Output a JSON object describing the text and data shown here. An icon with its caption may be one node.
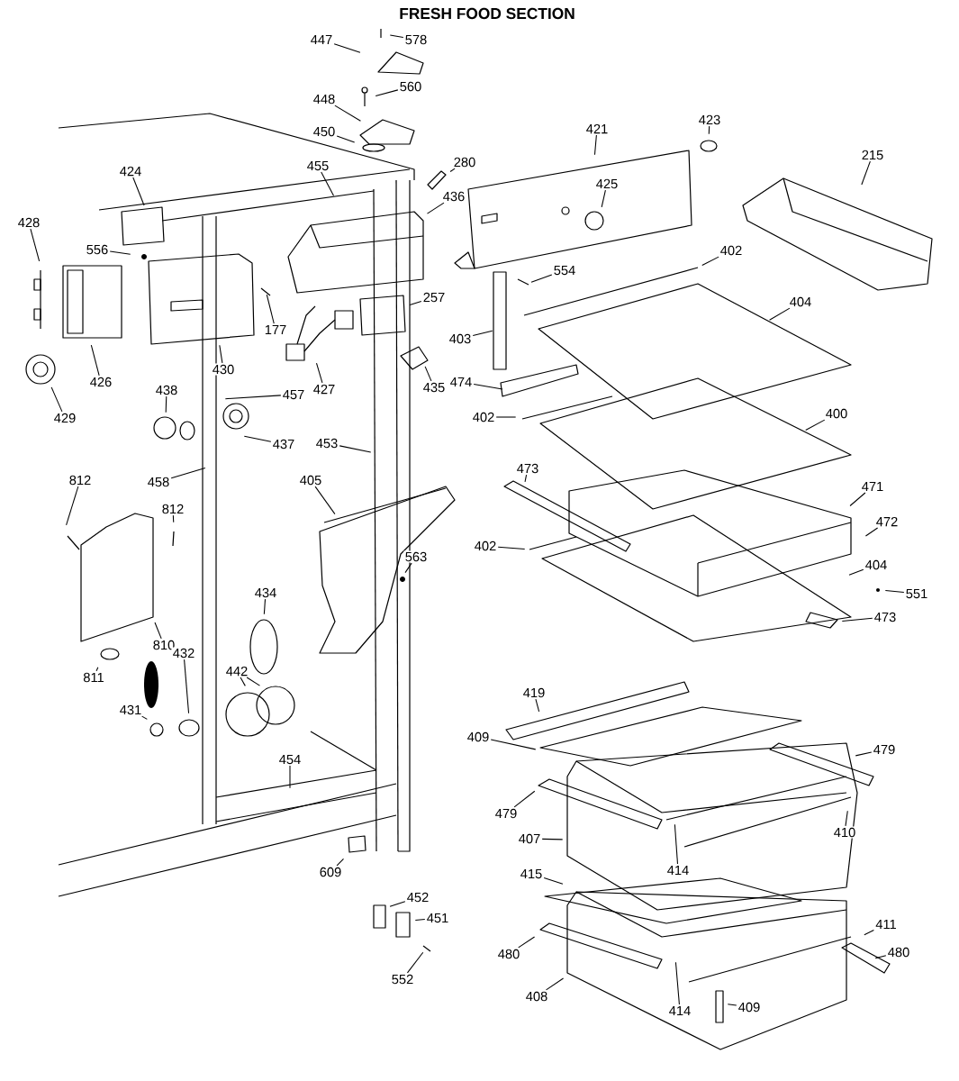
{
  "diagram": {
    "title": "FRESH FOOD SECTION",
    "nodes": [
      {
        "text": [
          "447"
        ]
      },
      {
        "text": [
          "578"
        ]
      },
      {
        "text": [
          "448"
        ]
      },
      {
        "text": [
          "560"
        ]
      },
      {
        "text": [
          "450"
        ]
      },
      {
        "text": [
          "280"
        ]
      },
      {
        "text": [
          "424"
        ]
      },
      {
        "text": [
          "455"
        ]
      },
      {
        "text": [
          "436"
        ]
      },
      {
        "text": [
          "428"
        ]
      },
      {
        "text": [
          "556"
        ]
      },
      {
        "text": [
          "177"
        ]
      },
      {
        "text": [
          "257"
        ]
      },
      {
        "text": [
          "426"
        ]
      },
      {
        "text": [
          "430"
        ]
      },
      {
        "text": [
          "427"
        ]
      },
      {
        "text": [
          "429"
        ]
      },
      {
        "text": [
          "435"
        ]
      },
      {
        "text": [
          "438"
        ]
      },
      {
        "text": [
          "457"
        ]
      },
      {
        "text": [
          "437"
        ]
      },
      {
        "text": [
          "453"
        ]
      },
      {
        "text": [
          "458"
        ]
      },
      {
        "text": [
          "812"
        ]
      },
      {
        "text": [
          "812"
        ]
      },
      {
        "text": [
          "405"
        ]
      },
      {
        "text": [
          "563"
        ]
      },
      {
        "text": [
          "434"
        ]
      },
      {
        "text": [
          "810"
        ]
      },
      {
        "text": [
          "811"
        ]
      },
      {
        "text": [
          "432"
        ]
      },
      {
        "text": [
          "442"
        ]
      },
      {
        "text": [
          "431"
        ]
      },
      {
        "text": [
          "454"
        ]
      },
      {
        "text": [
          "609"
        ]
      },
      {
        "text": [
          "452"
        ]
      },
      {
        "text": [
          "451"
        ]
      },
      {
        "text": [
          "552"
        ]
      },
      {
        "text": [
          "421"
        ]
      },
      {
        "text": [
          "423"
        ]
      },
      {
        "text": [
          "425"
        ]
      },
      {
        "text": [
          "215"
        ]
      },
      {
        "text": [
          "554"
        ]
      },
      {
        "text": [
          "402"
        ]
      },
      {
        "text": [
          "404"
        ]
      },
      {
        "text": [
          "403"
        ]
      },
      {
        "text": [
          "474"
        ]
      },
      {
        "text": [
          "402"
        ]
      },
      {
        "text": [
          "400"
        ]
      },
      {
        "text": [
          "473"
        ]
      },
      {
        "text": [
          "471"
        ]
      },
      {
        "text": [
          "472"
        ]
      },
      {
        "text": [
          "402"
        ]
      },
      {
        "text": [
          "404"
        ]
      },
      {
        "text": [
          "551"
        ]
      },
      {
        "text": [
          "473"
        ]
      },
      {
        "text": [
          "419"
        ]
      },
      {
        "text": [
          "409"
        ]
      },
      {
        "text": [
          "479"
        ]
      },
      {
        "text": [
          "479"
        ]
      },
      {
        "text": [
          "407"
        ]
      },
      {
        "text": [
          "410"
        ]
      },
      {
        "text": [
          "414"
        ]
      },
      {
        "text": [
          "415"
        ]
      },
      {
        "text": [
          "411"
        ]
      },
      {
        "text": [
          "480"
        ]
      },
      {
        "text": [
          "480"
        ]
      },
      {
        "text": [
          "408"
        ]
      },
      {
        "text": [
          "414"
        ]
      },
      {
        "text": [
          "409"
        ]
      }
    ],
    "edges": [
      {
        "from": 0,
        "to": null,
        "arrow": "none"
      },
      {
        "from": 1,
        "to": null,
        "arrow": "none"
      },
      {
        "from": 2,
        "to": null,
        "arrow": "none"
      },
      {
        "from": 3,
        "to": null,
        "arrow": "none"
      },
      {
        "from": 4,
        "to": null,
        "arrow": "none"
      },
      {
        "from": 5,
        "to": null,
        "arrow": "none"
      },
      {
        "from": 6,
        "to": null,
        "arrow": "none"
      },
      {
        "from": 7,
        "to": null,
        "arrow": "none"
      },
      {
        "from": 8,
        "to": null,
        "arrow": "none"
      },
      {
        "from": 9,
        "to": null,
        "arrow": "none"
      },
      {
        "from": 10,
        "to": null,
        "arrow": "none"
      },
      {
        "from": 11,
        "to": null,
        "arrow": "none"
      },
      {
        "from": 12,
        "to": null,
        "arrow": "none"
      },
      {
        "from": 13,
        "to": null,
        "arrow": "none"
      },
      {
        "from": 14,
        "to": null,
        "arrow": "none"
      },
      {
        "from": 15,
        "to": null,
        "arrow": "none"
      },
      {
        "from": 16,
        "to": null,
        "arrow": "none"
      },
      {
        "from": 17,
        "to": null,
        "arrow": "none"
      },
      {
        "from": 18,
        "to": null,
        "arrow": "none"
      },
      {
        "from": 19,
        "to": null,
        "arrow": "none"
      },
      {
        "from": 20,
        "to": null,
        "arrow": "none"
      },
      {
        "from": 21,
        "to": null,
        "arrow": "none"
      },
      {
        "from": 22,
        "to": null,
        "arrow": "none"
      },
      {
        "from": 23,
        "to": null,
        "arrow": "none"
      },
      {
        "from": 24,
        "to": null,
        "arrow": "none"
      },
      {
        "from": 25,
        "to": null,
        "arrow": "none"
      },
      {
        "from": 26,
        "to": null,
        "arrow": "none"
      },
      {
        "from": 27,
        "to": null,
        "arrow": "none"
      },
      {
        "from": 28,
        "to": null,
        "arrow": "none"
      },
      {
        "from": 29,
        "to": null,
        "arrow": "none"
      },
      {
        "from": 30,
        "to": null,
        "arrow": "none"
      },
      {
        "from": 31,
        "to": null,
        "arrow": "none"
      },
      {
        "from": 31,
        "to": null,
        "arrow": "none"
      },
      {
        "from": 32,
        "to": null,
        "arrow": "none"
      },
      {
        "from": 33,
        "to": null,
        "arrow": "none"
      },
      {
        "from": 34,
        "to": null,
        "arrow": "none"
      },
      {
        "from": 35,
        "to": null,
        "arrow": "none"
      },
      {
        "from": 36,
        "to": null,
        "arrow": "none"
      },
      {
        "from": 37,
        "to": null,
        "arrow": "none"
      },
      {
        "from": 38,
        "to": null,
        "arrow": "none"
      },
      {
        "from": 39,
        "to": null,
        "arrow": "none"
      },
      {
        "from": 40,
        "to": null,
        "arrow": "none"
      },
      {
        "from": 41,
        "to": null,
        "arrow": "none"
      },
      {
        "from": 42,
        "to": null,
        "arrow": "none"
      },
      {
        "from": 43,
        "to": null,
        "arrow": "none"
      },
      {
        "from": 44,
        "to": null,
        "arrow": "none"
      },
      {
        "from": 45,
        "to": null,
        "arrow": "none"
      },
      {
        "from": 46,
        "to": null,
        "arrow": "none"
      },
      {
        "from": 47,
        "to": null,
        "arrow": "none"
      },
      {
        "from": 48,
        "to": null,
        "arrow": "none"
      },
      {
        "from": 49,
        "to": null,
        "arrow": "none"
      },
      {
        "from": 50,
        "to": null,
        "arrow": "none"
      },
      {
        "from": 51,
        "to": null,
        "arrow": "none"
      },
      {
        "from": 52,
        "to": null,
        "arrow": "none"
      },
      {
        "from": 53,
        "to": null,
        "arrow": "none"
      },
      {
        "from": 54,
        "to": null,
        "arrow": "none"
      },
      {
        "from": 55,
        "to": null,
        "arrow": "none"
      },
      {
        "from": 56,
        "to": null,
        "arrow": "none"
      },
      {
        "from": 57,
        "to": null,
        "arrow": "none"
      },
      {
        "from": 58,
        "to": null,
        "arrow": "none"
      },
      {
        "from": 59,
        "to": null,
        "arrow": "none"
      },
      {
        "from": 60,
        "to": null,
        "arrow": "none"
      },
      {
        "from": 61,
        "to": null,
        "arrow": "none"
      },
      {
        "from": 62,
        "to": null,
        "arrow": "none"
      },
      {
        "from": 63,
        "to": null,
        "arrow": "none"
      },
      {
        "from": 64,
        "to": null,
        "arrow": "none"
      },
      {
        "from": 65,
        "to": null,
        "arrow": "none"
      },
      {
        "from": 66,
        "to": null,
        "arrow": "none"
      },
      {
        "from": 67,
        "to": null,
        "arrow": "none"
      },
      {
        "from": 68,
        "to": null,
        "arrow": "none"
      },
      {
        "from": 69,
        "to": null,
        "arrow": "none"
      }
    ]
  }
}
